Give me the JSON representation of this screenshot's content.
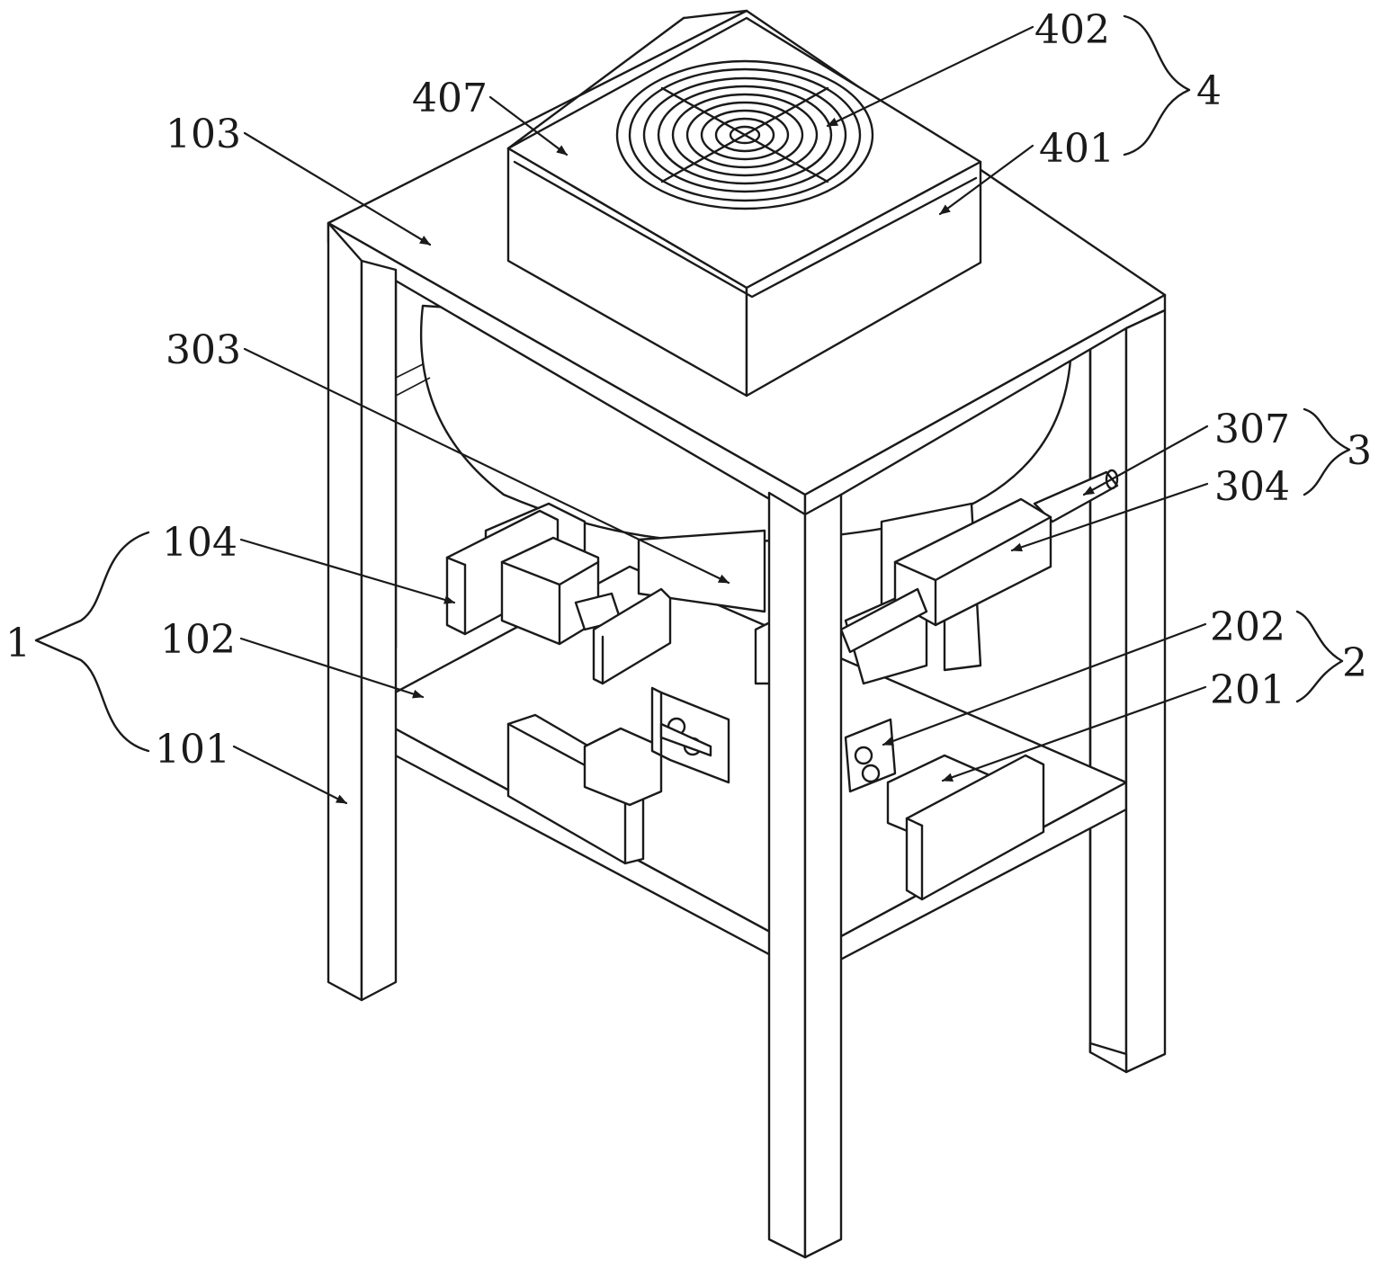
{
  "colors": {
    "ink": "#1a1a1a",
    "paper": "#ffffff"
  },
  "labels": {
    "l402": "402",
    "l4": "4",
    "l407": "407",
    "l401": "401",
    "l103": "103",
    "l303": "303",
    "l307": "307",
    "l3": "3",
    "l304": "304",
    "l104": "104",
    "l1": "1",
    "l102": "102",
    "l202": "202",
    "l2": "2",
    "l201": "201",
    "l101": "101"
  }
}
